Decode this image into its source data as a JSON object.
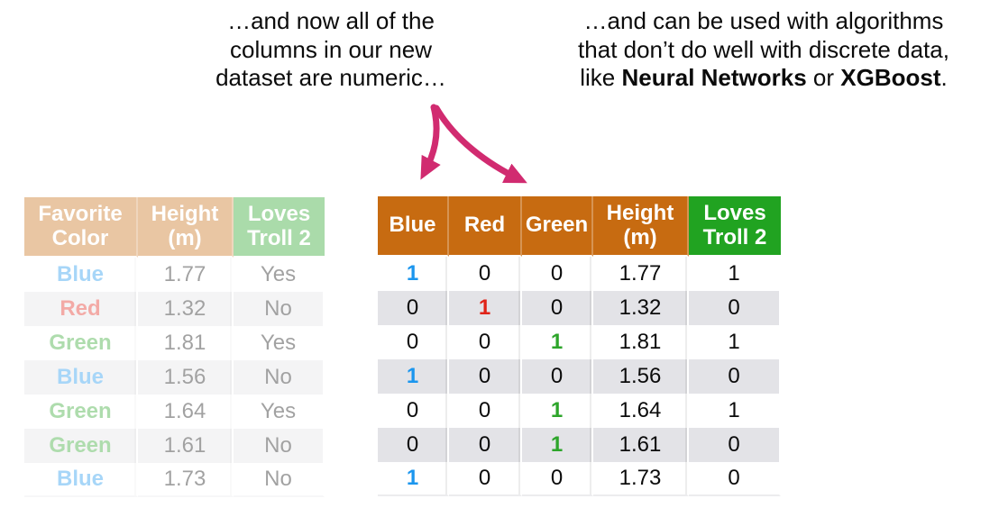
{
  "colors": {
    "header_orange": "#C76B11",
    "header_green": "#21A321",
    "blue": "#1B96EE",
    "red": "#E02318",
    "green": "#2DA52A",
    "row_alt": "#E3E3E7",
    "arrow_pink": "#D12B70"
  },
  "annotations": {
    "left_note": {
      "line1": "…and now all of the",
      "line2": "columns in our new",
      "line3": "dataset are numeric…"
    },
    "right_note": {
      "line1": "…and can be used with algorithms",
      "line2": "that don’t do well with discrete data,",
      "line3_prefix": "like ",
      "line3_bold1": "Neural Networks",
      "line3_mid": " or ",
      "line3_bold2": "XGBoost",
      "line3_suffix": "."
    }
  },
  "original_table": {
    "columns": [
      {
        "label": "Favorite Color",
        "accent": "orange"
      },
      {
        "label": "Height (m)",
        "accent": "orange"
      },
      {
        "label": "Loves Troll 2",
        "accent": "green"
      }
    ],
    "rows": [
      {
        "cells": [
          {
            "text": "Blue",
            "color": "blue",
            "bold": true
          },
          {
            "text": "1.77"
          },
          {
            "text": "Yes"
          }
        ]
      },
      {
        "cells": [
          {
            "text": "Red",
            "color": "red",
            "bold": true
          },
          {
            "text": "1.32"
          },
          {
            "text": "No"
          }
        ]
      },
      {
        "cells": [
          {
            "text": "Green",
            "color": "green",
            "bold": true
          },
          {
            "text": "1.81"
          },
          {
            "text": "Yes"
          }
        ]
      },
      {
        "cells": [
          {
            "text": "Blue",
            "color": "blue",
            "bold": true
          },
          {
            "text": "1.56"
          },
          {
            "text": "No"
          }
        ]
      },
      {
        "cells": [
          {
            "text": "Green",
            "color": "green",
            "bold": true
          },
          {
            "text": "1.64"
          },
          {
            "text": "Yes"
          }
        ]
      },
      {
        "cells": [
          {
            "text": "Green",
            "color": "green",
            "bold": true
          },
          {
            "text": "1.61"
          },
          {
            "text": "No"
          }
        ]
      },
      {
        "cells": [
          {
            "text": "Blue",
            "color": "blue",
            "bold": true
          },
          {
            "text": "1.73"
          },
          {
            "text": "No"
          }
        ]
      }
    ]
  },
  "encoded_table": {
    "columns": [
      {
        "label": "Blue",
        "accent": "orange"
      },
      {
        "label": "Red",
        "accent": "orange"
      },
      {
        "label": "Green",
        "accent": "orange"
      },
      {
        "label": "Height (m)",
        "accent": "orange"
      },
      {
        "label": "Loves Troll 2",
        "accent": "green"
      }
    ],
    "rows": [
      {
        "cells": [
          {
            "text": "1",
            "color": "blue",
            "bold": true
          },
          {
            "text": "0"
          },
          {
            "text": "0"
          },
          {
            "text": "1.77"
          },
          {
            "text": "1"
          }
        ]
      },
      {
        "cells": [
          {
            "text": "0"
          },
          {
            "text": "1",
            "color": "red",
            "bold": true
          },
          {
            "text": "0"
          },
          {
            "text": "1.32"
          },
          {
            "text": "0"
          }
        ]
      },
      {
        "cells": [
          {
            "text": "0"
          },
          {
            "text": "0"
          },
          {
            "text": "1",
            "color": "green",
            "bold": true
          },
          {
            "text": "1.81"
          },
          {
            "text": "1"
          }
        ]
      },
      {
        "cells": [
          {
            "text": "1",
            "color": "blue",
            "bold": true
          },
          {
            "text": "0"
          },
          {
            "text": "0"
          },
          {
            "text": "1.56"
          },
          {
            "text": "0"
          }
        ]
      },
      {
        "cells": [
          {
            "text": "0"
          },
          {
            "text": "0"
          },
          {
            "text": "1",
            "color": "green",
            "bold": true
          },
          {
            "text": "1.64"
          },
          {
            "text": "1"
          }
        ]
      },
      {
        "cells": [
          {
            "text": "0"
          },
          {
            "text": "0"
          },
          {
            "text": "1",
            "color": "green",
            "bold": true
          },
          {
            "text": "1.61"
          },
          {
            "text": "0"
          }
        ]
      },
      {
        "cells": [
          {
            "text": "1",
            "color": "blue",
            "bold": true
          },
          {
            "text": "0"
          },
          {
            "text": "0"
          },
          {
            "text": "1.73"
          },
          {
            "text": "0"
          }
        ]
      }
    ]
  }
}
